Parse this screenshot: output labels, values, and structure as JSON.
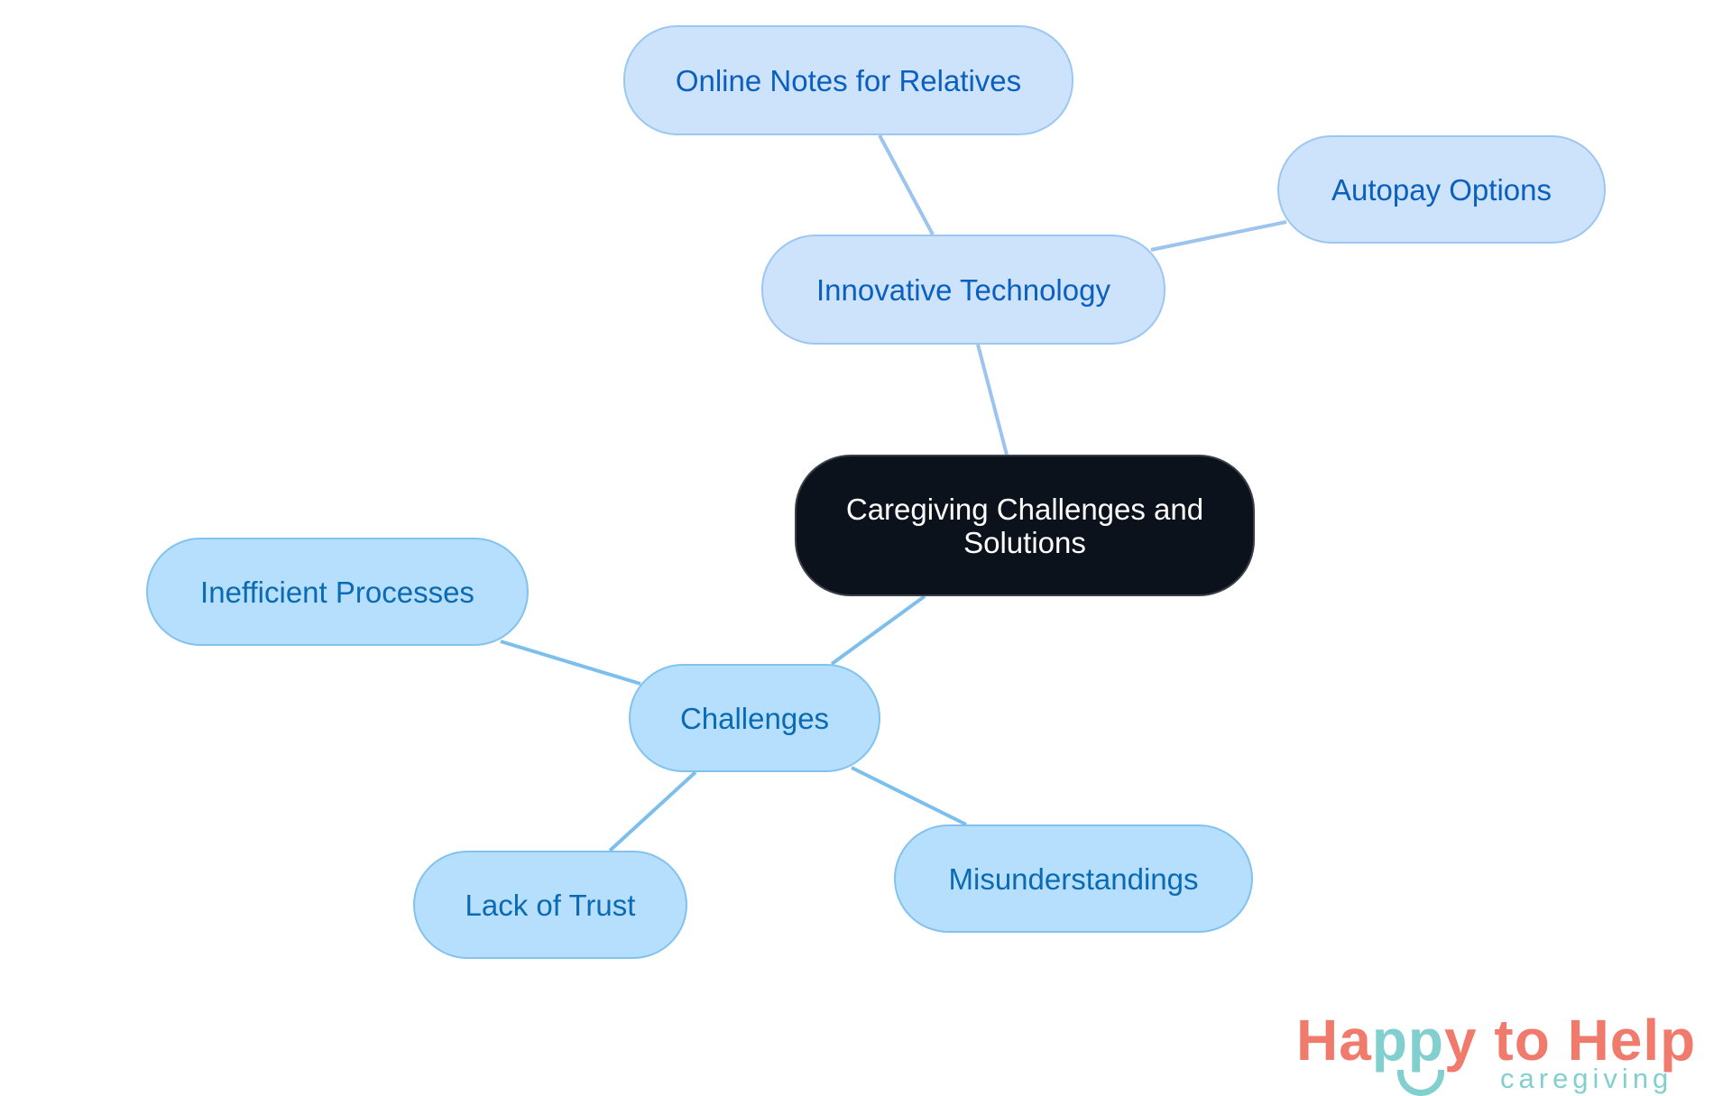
{
  "diagram": {
    "type": "mind-map",
    "root": {
      "label": "Caregiving Challenges and Solutions"
    },
    "branches": [
      {
        "label": "Innovative Technology",
        "children": [
          {
            "label": "Online Notes for Relatives"
          },
          {
            "label": "Autopay Options"
          }
        ]
      },
      {
        "label": "Challenges",
        "children": [
          {
            "label": "Inefficient Processes"
          },
          {
            "label": "Lack of Trust"
          },
          {
            "label": "Misunderstandings"
          }
        ]
      }
    ]
  },
  "colors": {
    "root_fill": "#0c121c",
    "tech_fill": "#cce3fb",
    "tech_text": "#0a5fbf",
    "challenges_fill": "#b6dffd",
    "challenges_text": "#0a6ab4",
    "logo_coral": "#f07a6c",
    "logo_teal": "#82cfcf"
  },
  "logo": {
    "part1": "Ha",
    "part2": "pp",
    "part3": "y to Help",
    "sub": "caregiving"
  }
}
